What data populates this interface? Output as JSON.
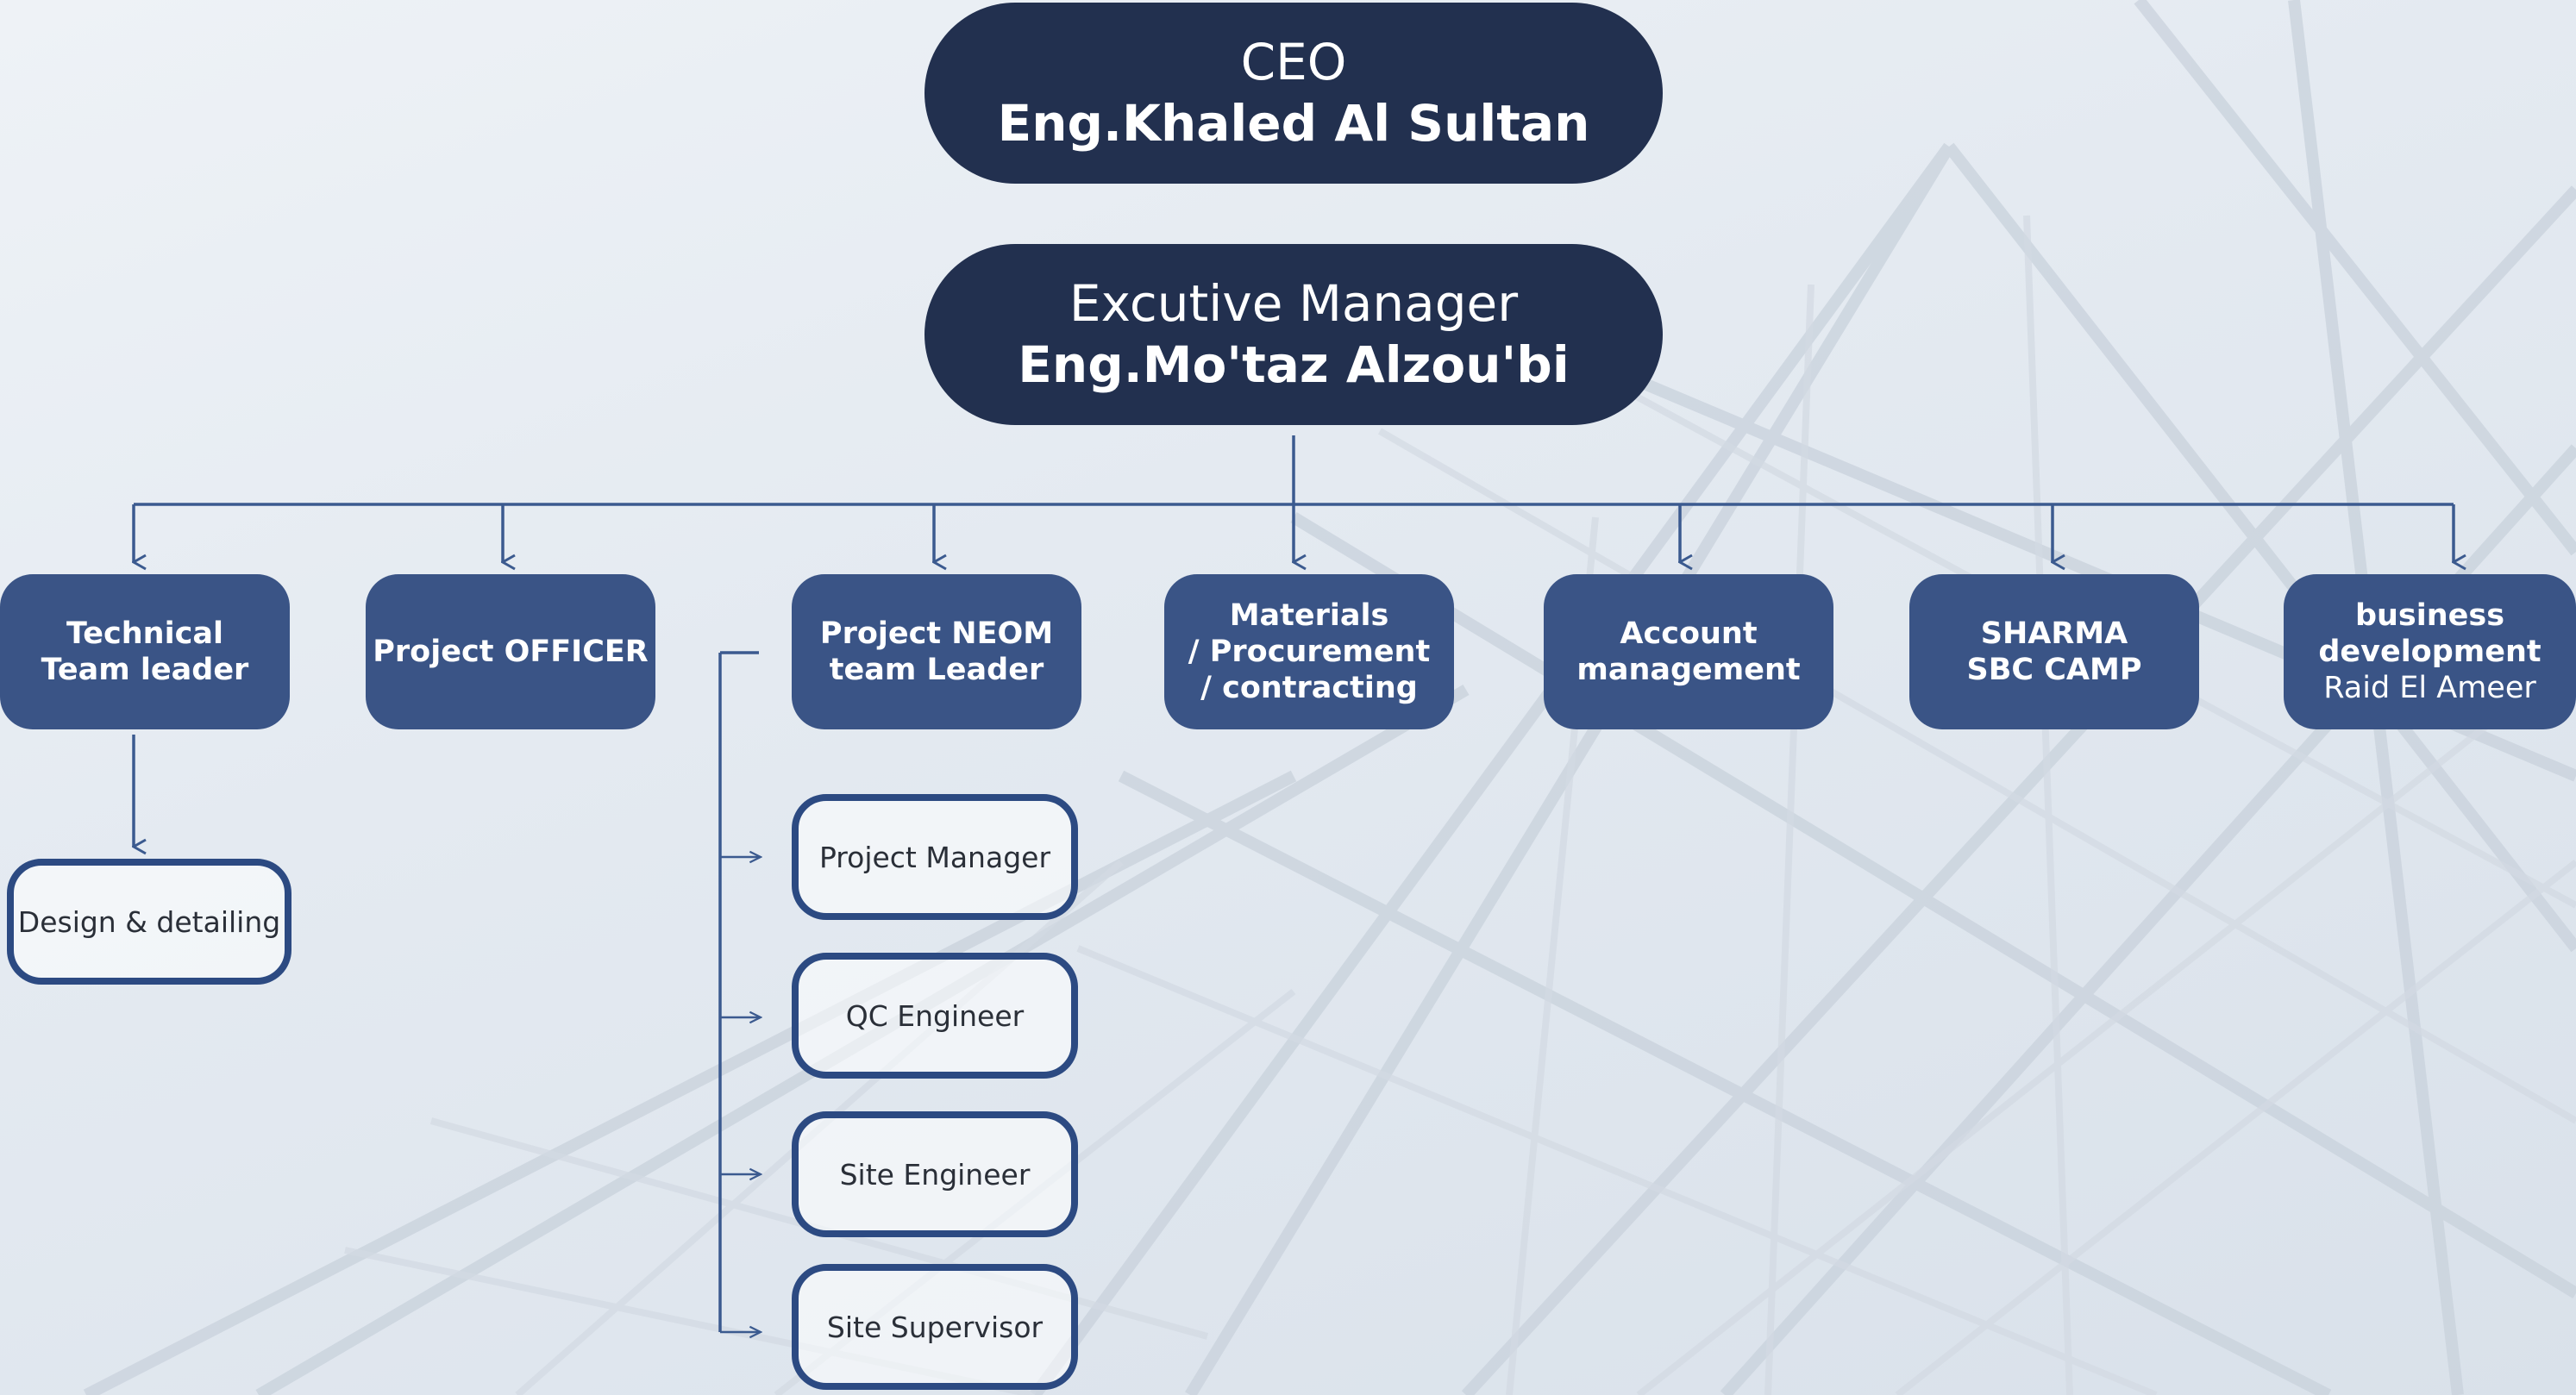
{
  "ceo": {
    "title": "CEO",
    "name": "Eng.Khaled Al Sultan"
  },
  "executive": {
    "title": "Excutive Manager",
    "name": "Eng.Mo'taz Alzou'bi"
  },
  "departments": {
    "technical": {
      "line1": "Technical",
      "line2": "Team leader"
    },
    "officer": {
      "line1": "Project OFFICER"
    },
    "neom": {
      "line1": "Project NEOM",
      "line2": "team Leader"
    },
    "materials": {
      "line1": "Materials",
      "line2": "/ Procurement",
      "line3": "/ contracting"
    },
    "account": {
      "line1": "Account",
      "line2": "management"
    },
    "sharma": {
      "line1": "SHARMA",
      "line2": "SBC CAMP"
    },
    "business": {
      "line1": "business",
      "line2": "development",
      "line3": "Raid El Ameer"
    }
  },
  "technical_sub": {
    "design": "Design & detailing"
  },
  "neom_sub": {
    "pm": "Project Manager",
    "qc": "QC Engineer",
    "site_engineer": "Site Engineer",
    "site_supervisor": "Site Supervisor"
  },
  "colors": {
    "top_pill": "#22304f",
    "department_box": "#3a5486",
    "connector": "#3b5a8f",
    "sub_border": "#2c4a82"
  }
}
